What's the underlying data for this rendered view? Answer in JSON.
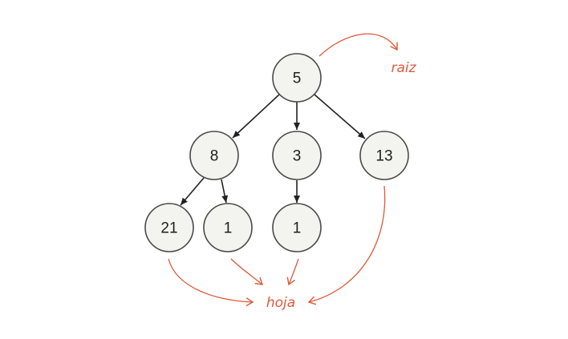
{
  "diagram": {
    "type": "tree",
    "colors": {
      "node_fill": "#f3f3ef",
      "node_stroke": "#4a4a4a",
      "edge": "#222222",
      "annotation": "#dd5a3c"
    },
    "nodes": [
      {
        "id": "n5",
        "label": "5"
      },
      {
        "id": "n8",
        "label": "8"
      },
      {
        "id": "n3",
        "label": "3"
      },
      {
        "id": "n13",
        "label": "13"
      },
      {
        "id": "n21",
        "label": "21"
      },
      {
        "id": "n1a",
        "label": "1"
      },
      {
        "id": "n1b",
        "label": "1"
      }
    ],
    "edges": [
      {
        "from": "n5",
        "to": "n8"
      },
      {
        "from": "n5",
        "to": "n3"
      },
      {
        "from": "n5",
        "to": "n13"
      },
      {
        "from": "n8",
        "to": "n21"
      },
      {
        "from": "n8",
        "to": "n1a"
      },
      {
        "from": "n3",
        "to": "n1b"
      }
    ],
    "annotations": {
      "root_label": "raiz",
      "leaf_label": "hoja"
    }
  }
}
